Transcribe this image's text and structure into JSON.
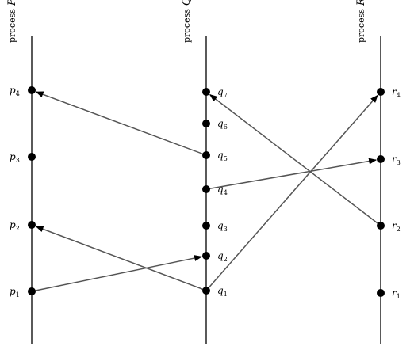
{
  "processes": [
    {
      "id": "P",
      "title_prefix": "process",
      "title_var": "P",
      "events": [
        {
          "label": "p",
          "sub": "1"
        },
        {
          "label": "p",
          "sub": "2"
        },
        {
          "label": "p",
          "sub": "3"
        },
        {
          "label": "p",
          "sub": "4"
        }
      ]
    },
    {
      "id": "Q",
      "title_prefix": "process",
      "title_var": "Q",
      "events": [
        {
          "label": "q",
          "sub": "1"
        },
        {
          "label": "q",
          "sub": "2"
        },
        {
          "label": "q",
          "sub": "3"
        },
        {
          "label": "q",
          "sub": "4"
        },
        {
          "label": "q",
          "sub": "5"
        },
        {
          "label": "q",
          "sub": "6"
        },
        {
          "label": "q",
          "sub": "7"
        }
      ]
    },
    {
      "id": "R",
      "title_prefix": "process",
      "title_var": "R",
      "events": [
        {
          "label": "r",
          "sub": "1"
        },
        {
          "label": "r",
          "sub": "2"
        },
        {
          "label": "r",
          "sub": "3"
        },
        {
          "label": "r",
          "sub": "4"
        }
      ]
    }
  ],
  "messages": [
    {
      "from": "p1",
      "to": "q2"
    },
    {
      "from": "q1",
      "to": "p2"
    },
    {
      "from": "q1",
      "to": "r4"
    },
    {
      "from": "q4",
      "to": "r3"
    },
    {
      "from": "q5",
      "to": "p4"
    },
    {
      "from": "r2",
      "to": "q7"
    }
  ]
}
